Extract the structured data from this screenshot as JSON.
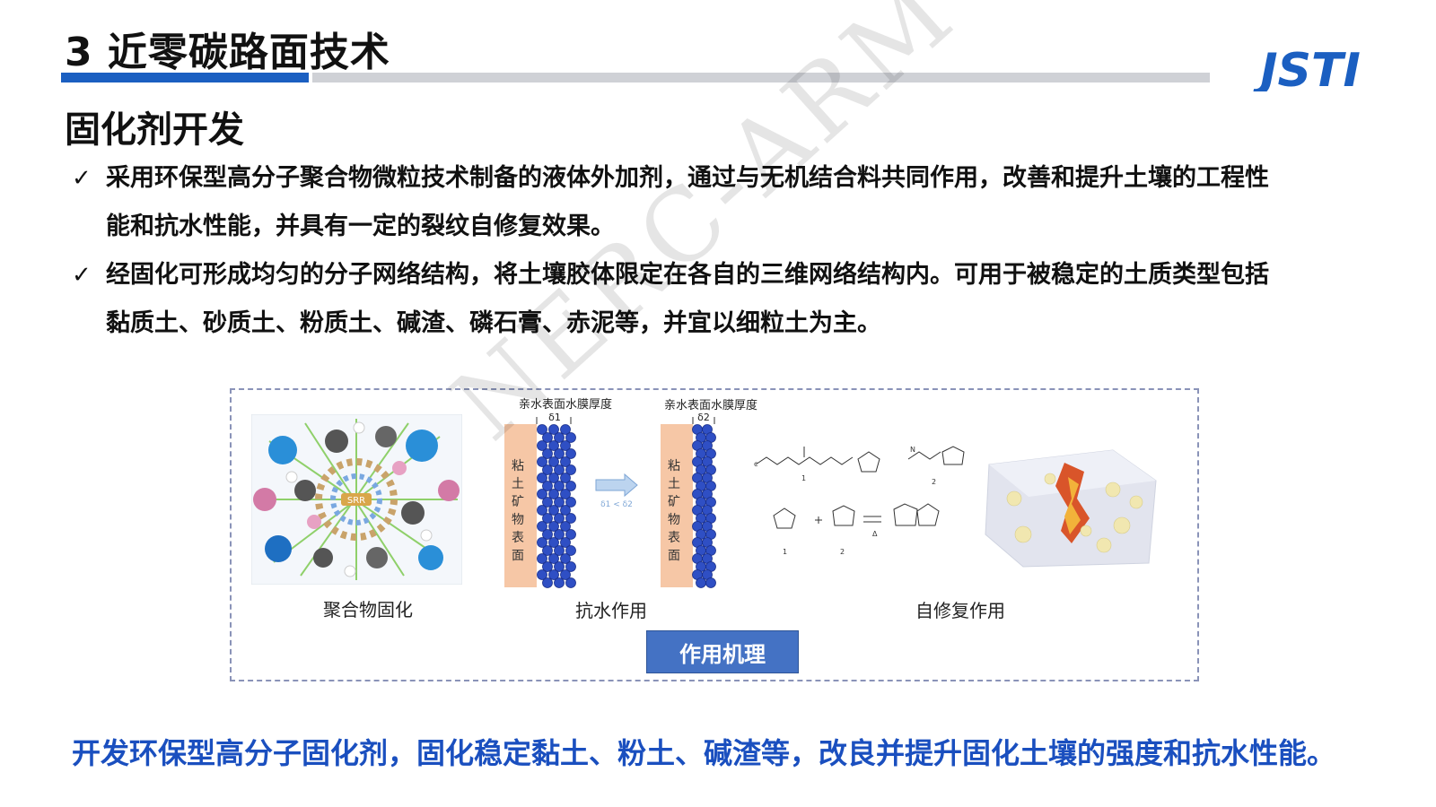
{
  "slide": {
    "title": "3 近零碳路面技术"
  },
  "logo": {
    "text": "JSTI",
    "color": "#1b5fc1"
  },
  "section": {
    "heading": "固化剂开发"
  },
  "bullets": [
    {
      "marker": "✓",
      "text": "采用环保型高分子聚合物微粒技术制备的液体外加剂，通过与无机结合料共同作用，改善和提升土壤的工程性能和抗水性能，并具有一定的裂纹自修复效果。"
    },
    {
      "marker": "✓",
      "text": "经固化可形成均匀的分子网络结构，将土壤胶体限定在各自的三维网络结构内。可用于被稳定的土质类型包括黏质土、砂质土、粉质土、碱渣、磷石膏、赤泥等，并宜以细粒土为主。"
    }
  ],
  "figure": {
    "polymer_label": "聚合物固化",
    "polymer_center": "SRR",
    "water_label": "抗水作用",
    "water_film_label_1": "亲水表面水膜厚度",
    "water_film_label_2": "亲水表面水膜厚度",
    "delta1": "δ1",
    "delta2": "δ2",
    "delta_compare": "δ1 < δ2",
    "clay_text": "粘土矿物表面",
    "self_repair_label": "自修复作用",
    "mechanism_button": "作用机理"
  },
  "summary": "开发环保型高分子固化剂，固化稳定黏土、粉土、碱渣等，改良并提升固化土壤的强度和抗水性能。",
  "watermark": "NERC-ARM",
  "colors": {
    "accent_blue": "#1b5fc1",
    "summary_blue": "#1a4fbf",
    "button_blue": "#4472c4",
    "clay": "#f6c7a6",
    "sphere": "#2f4fc4"
  }
}
